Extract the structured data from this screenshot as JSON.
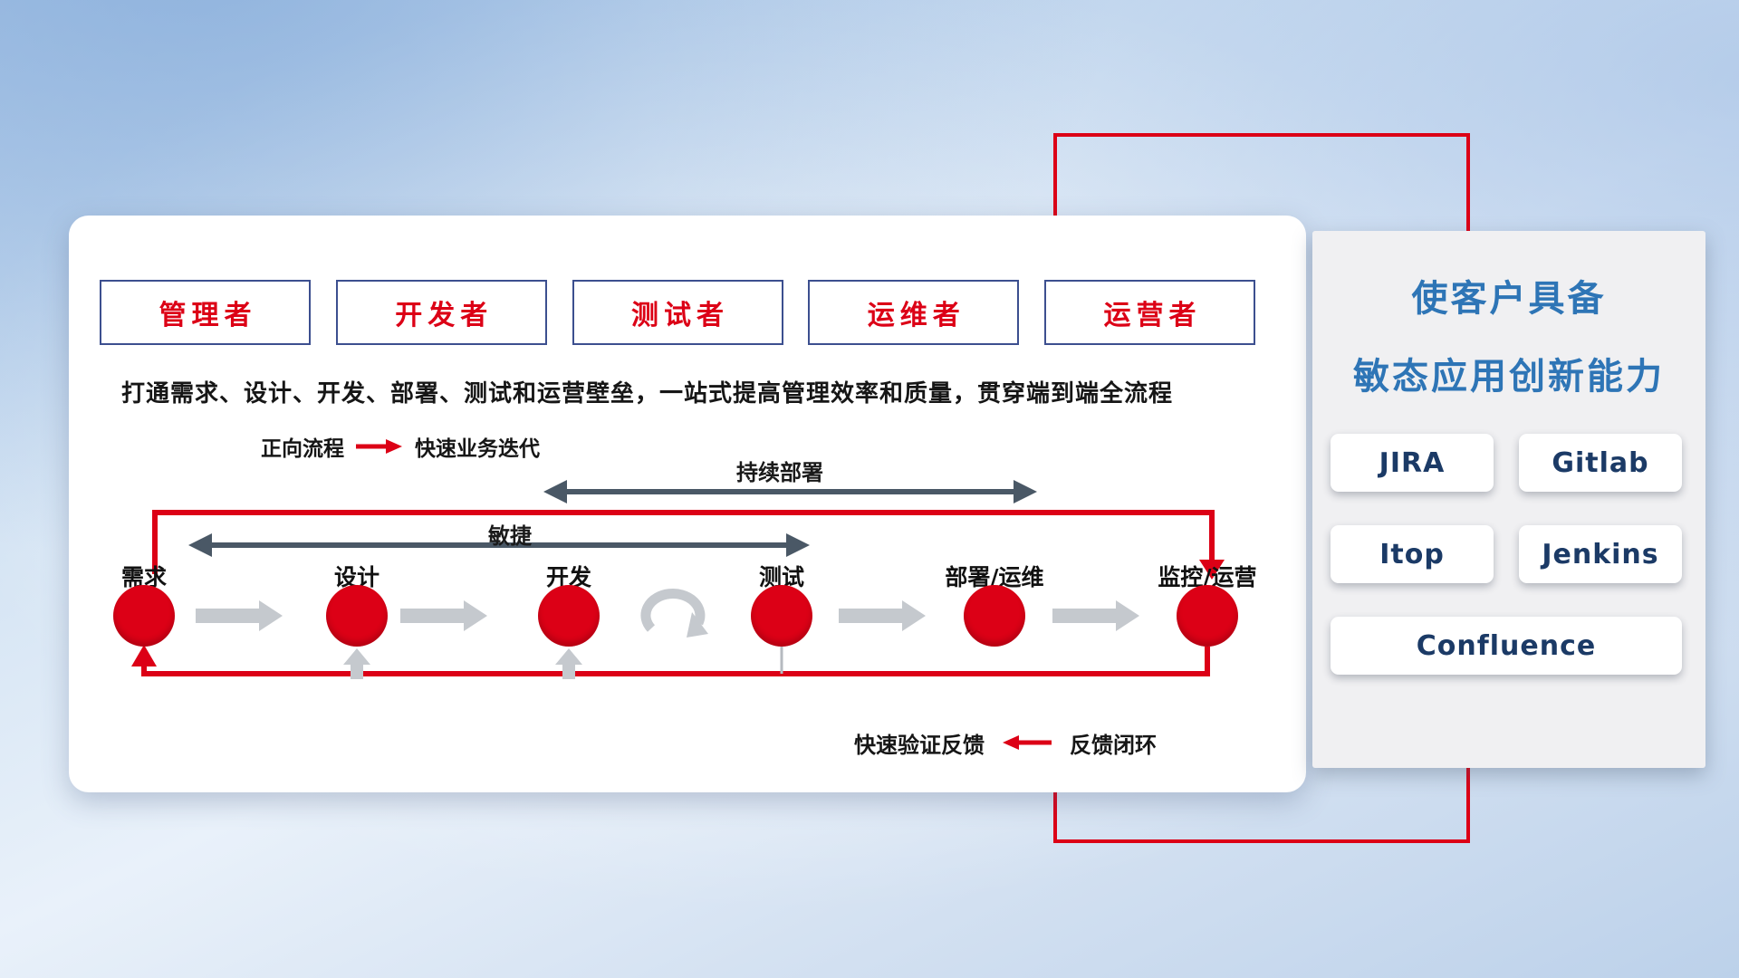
{
  "colors": {
    "accent_red": "#dc0016",
    "title_blue": "#2e75b6",
    "tool_navy": "#1b3a66",
    "slate": "#4a5866",
    "flow_gray": "#c5c9ce"
  },
  "main_panel": {
    "roles": [
      "管理者",
      "开发者",
      "测试者",
      "运维者",
      "运营者"
    ],
    "subtitle": "打通需求、设计、开发、部署、测试和运营壁垒，一站式提高管理效率和质量，贯穿端到端全流程",
    "forward_legend": {
      "label": "正向流程",
      "value": "快速业务迭代"
    },
    "continuous_deploy_label": "持续部署",
    "agile_label": "敏捷",
    "stages": [
      "需求",
      "设计",
      "开发",
      "测试",
      "部署/运维",
      "监控/运营"
    ],
    "feedback_legend": {
      "label": "快速验证反馈",
      "value": "反馈闭环"
    }
  },
  "side_panel": {
    "title_line1": "使客户具备",
    "title_line2": "敏态应用创新能力",
    "tools": [
      "JIRA",
      "Gitlab",
      "Itop",
      "Jenkins",
      "Confluence"
    ]
  }
}
